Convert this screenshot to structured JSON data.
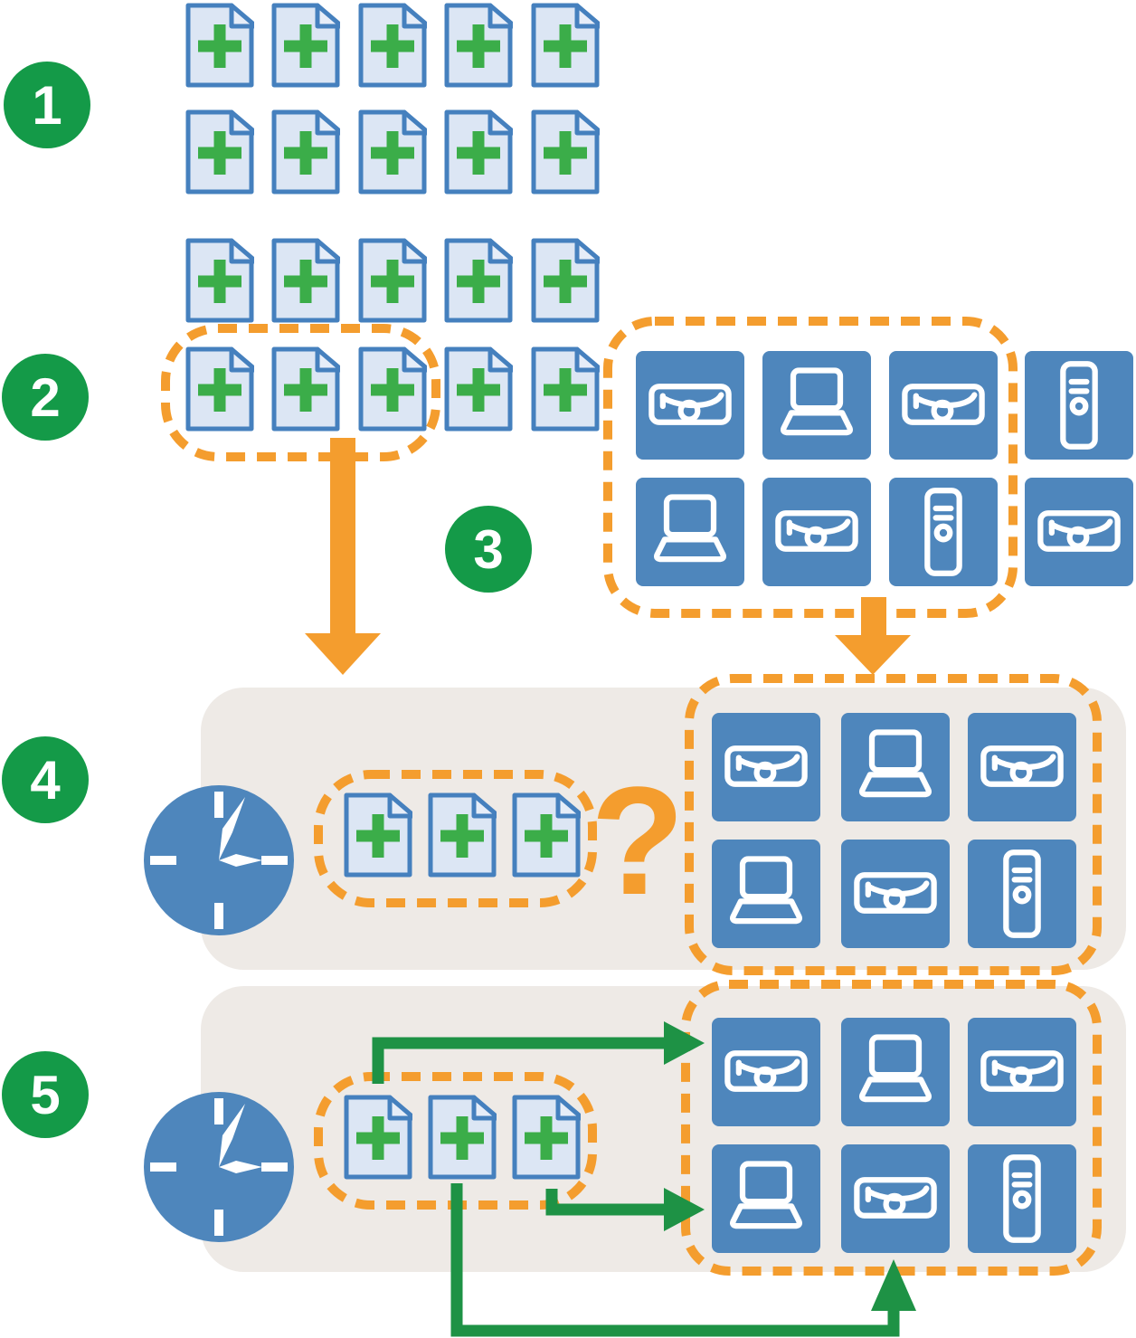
{
  "step_badges": [
    "1",
    "2",
    "3",
    "4",
    "5"
  ],
  "annotations": {
    "question_mark": "?"
  },
  "colors": {
    "step_badge_green": "#149a48",
    "arrow_green": "#1e9245",
    "highlight_orange": "#f49d2e",
    "device_blue": "#4e86bc",
    "document_fill": "#dce6f4",
    "document_fold": "#e6edf8",
    "document_border": "#4580be",
    "plus_green": "#3bad49",
    "panel_gray": "#eeeae6"
  },
  "document_library": {
    "rows": 3,
    "cols": 5,
    "icon": "document-plus"
  },
  "selected_documents": {
    "row_cols": 5,
    "selected": 3
  },
  "device_pool": {
    "rows": [
      [
        "rack-server",
        "laptop",
        "rack-server",
        "tower"
      ],
      [
        "laptop",
        "rack-server",
        "tower",
        "rack-server"
      ]
    ],
    "enclosed_columns": 3
  },
  "provisioning_groups": [
    {
      "id": "group4",
      "clock": "clock",
      "documents": 3,
      "devices": [
        [
          "rack-server",
          "laptop",
          "rack-server"
        ],
        [
          "laptop",
          "rack-server",
          "tower"
        ]
      ]
    },
    {
      "id": "group5",
      "clock": "clock",
      "documents": 3,
      "devices": [
        [
          "rack-server",
          "laptop",
          "rack-server"
        ],
        [
          "laptop",
          "rack-server",
          "tower"
        ]
      ]
    }
  ]
}
